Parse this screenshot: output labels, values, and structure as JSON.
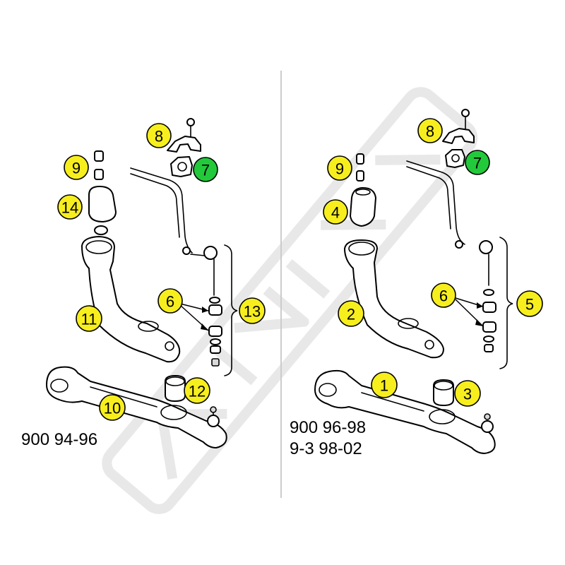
{
  "left_panel": {
    "model_label": "900 94-96",
    "callouts": {
      "c9": "9",
      "c8": "8",
      "c7": "7",
      "c14": "14",
      "c6": "6",
      "c13": "13",
      "c11": "11",
      "c12": "12",
      "c10": "10"
    }
  },
  "right_panel": {
    "model_label_line1": "900 96-98",
    "model_label_line2": "9-3  98-02",
    "callouts": {
      "c8": "8",
      "c9": "9",
      "c7": "7",
      "c4": "4",
      "c6": "6",
      "c5": "5",
      "c2": "2",
      "c1": "1",
      "c3": "3"
    }
  },
  "colors": {
    "yellow_callout": "#f7ee1e",
    "green_callout": "#22c93a",
    "divider": "#cccccc"
  }
}
